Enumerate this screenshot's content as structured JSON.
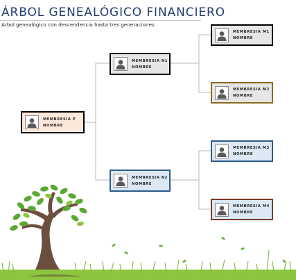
{
  "header": {
    "title": "ÁRBOL GENEALÓGICO FINANCIERO",
    "subtitle": "Árbol genealógico con descendencia hasta tres generaciones"
  },
  "members": {
    "root": {
      "title": "MEMBRESIA P",
      "name": "NOMBRE",
      "bg": "#fde9dc",
      "border": "#000000"
    },
    "child1": {
      "title": "MEMBRESIA N1",
      "name": "NOMBRE",
      "bg": "#e6e6e6",
      "border": "#000000"
    },
    "child2": {
      "title": "MEMBRESIA N2",
      "name": "NOMBRE",
      "bg": "#dce9f5",
      "border": "#2b5b8a"
    },
    "gc1": {
      "title": "MEMBRESIA M1",
      "name": "NOMBRE",
      "bg": "#e6e6e6",
      "border": "#000000"
    },
    "gc2": {
      "title": "MEMBRESIA M2",
      "name": "NOMBRE",
      "bg": "#e6e6e6",
      "border": "#8a6a1e"
    },
    "gc3": {
      "title": "MEMBRESIA M3",
      "name": "NOMBRE",
      "bg": "#dce9f5",
      "border": "#2b5b8a"
    },
    "gc4": {
      "title": "MEMBRESIA M4",
      "name": "NOMBRE",
      "bg": "#dce9f5",
      "border": "#7a3a22"
    }
  },
  "icons": {
    "avatar": "person-icon"
  },
  "colors": {
    "connector": "#b8b8b8",
    "grass": "#7dc142",
    "trunk": "#6b4e3d",
    "leaves": "#5aa832"
  }
}
